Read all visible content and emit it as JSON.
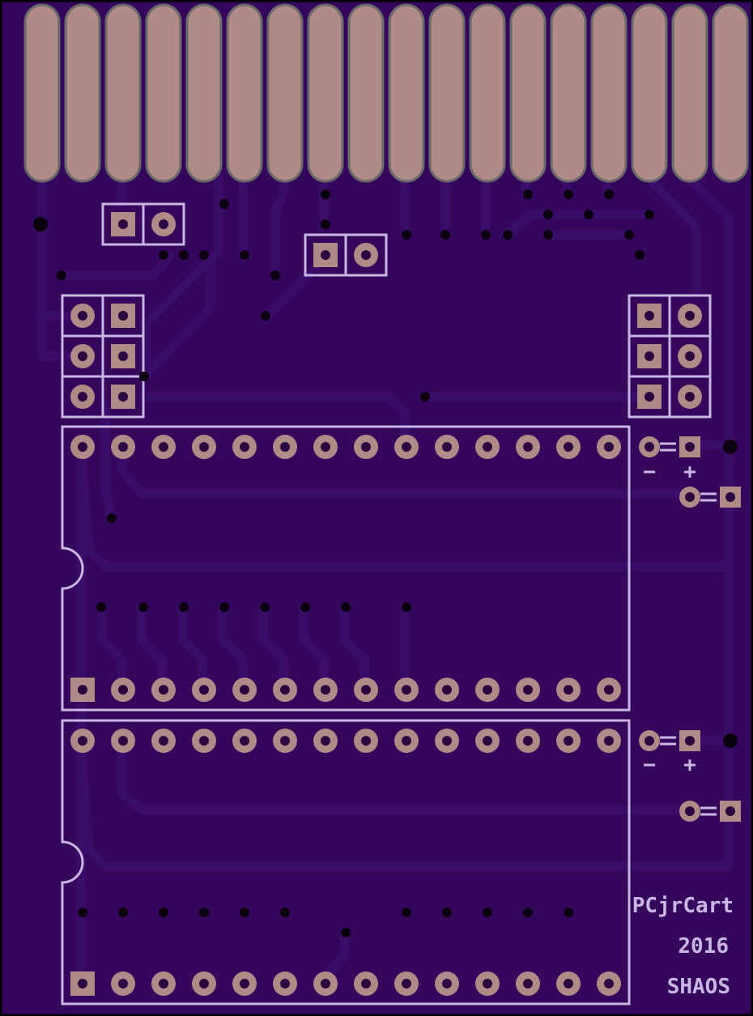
{
  "board": {
    "name": "PCjrCart",
    "year": "2016",
    "author": "SHAOS"
  },
  "polarity": {
    "minus": "−",
    "plus": "+"
  },
  "colors": {
    "substrate": "#34065c",
    "trace": "#3b0d6a",
    "pad": "#b08a87",
    "pad_hole": "#2a0540",
    "silkscreen": "#c9b6e2",
    "via": "#0a0010",
    "outline": "#000000"
  },
  "parts": {
    "edge_connector": {
      "finger_count": 18
    },
    "jumper_headers": 2,
    "pin_headers_2x3": 2,
    "dip_sockets": [
      {
        "id": "U1",
        "pins": 28
      },
      {
        "id": "U2",
        "pins": 28
      }
    ],
    "capacitors": 4
  }
}
